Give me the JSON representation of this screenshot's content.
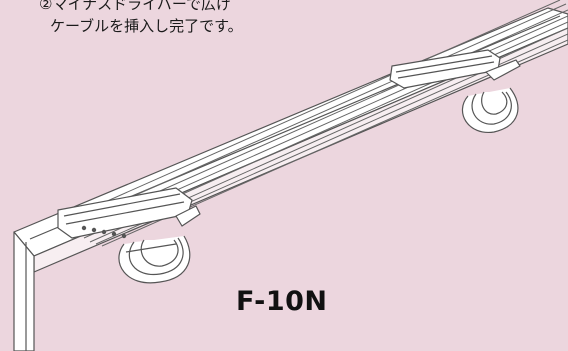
{
  "figure": {
    "instruction_line1": "②マイナスドライバーで広げ",
    "instruction_line2": "ケーブルを挿入し完了です。",
    "model_label": "F-10N"
  },
  "colors": {
    "background": "#ecd6de",
    "line": "#555555",
    "fill": "#ffffff"
  },
  "icons": {
    "illustration": "cable-clip-on-angle-steel-illustration"
  }
}
